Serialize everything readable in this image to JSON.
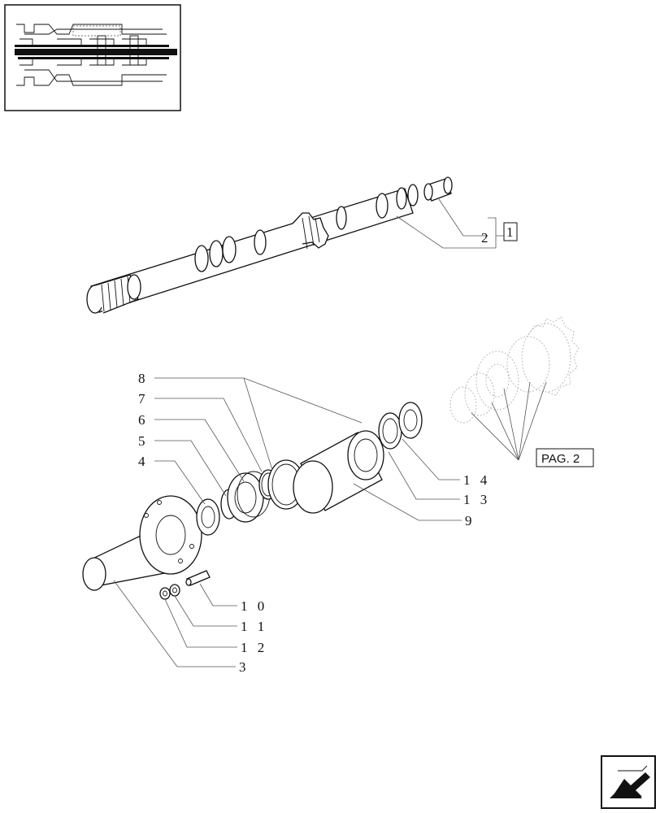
{
  "callouts": {
    "c1": "1",
    "c2": "2",
    "c3": "3",
    "c4": "4",
    "c5": "5",
    "c6": "6",
    "c7": "7",
    "c8": "8",
    "c9": "9",
    "c10": "1 0",
    "c11": "1 1",
    "c12": "1 2",
    "c13": "1 3",
    "c14": "1 4"
  },
  "page_ref": "PAG. 2",
  "icons": {
    "thumbnail": "transmission-section-thumbnail",
    "next": "next-page-arrow-icon"
  }
}
